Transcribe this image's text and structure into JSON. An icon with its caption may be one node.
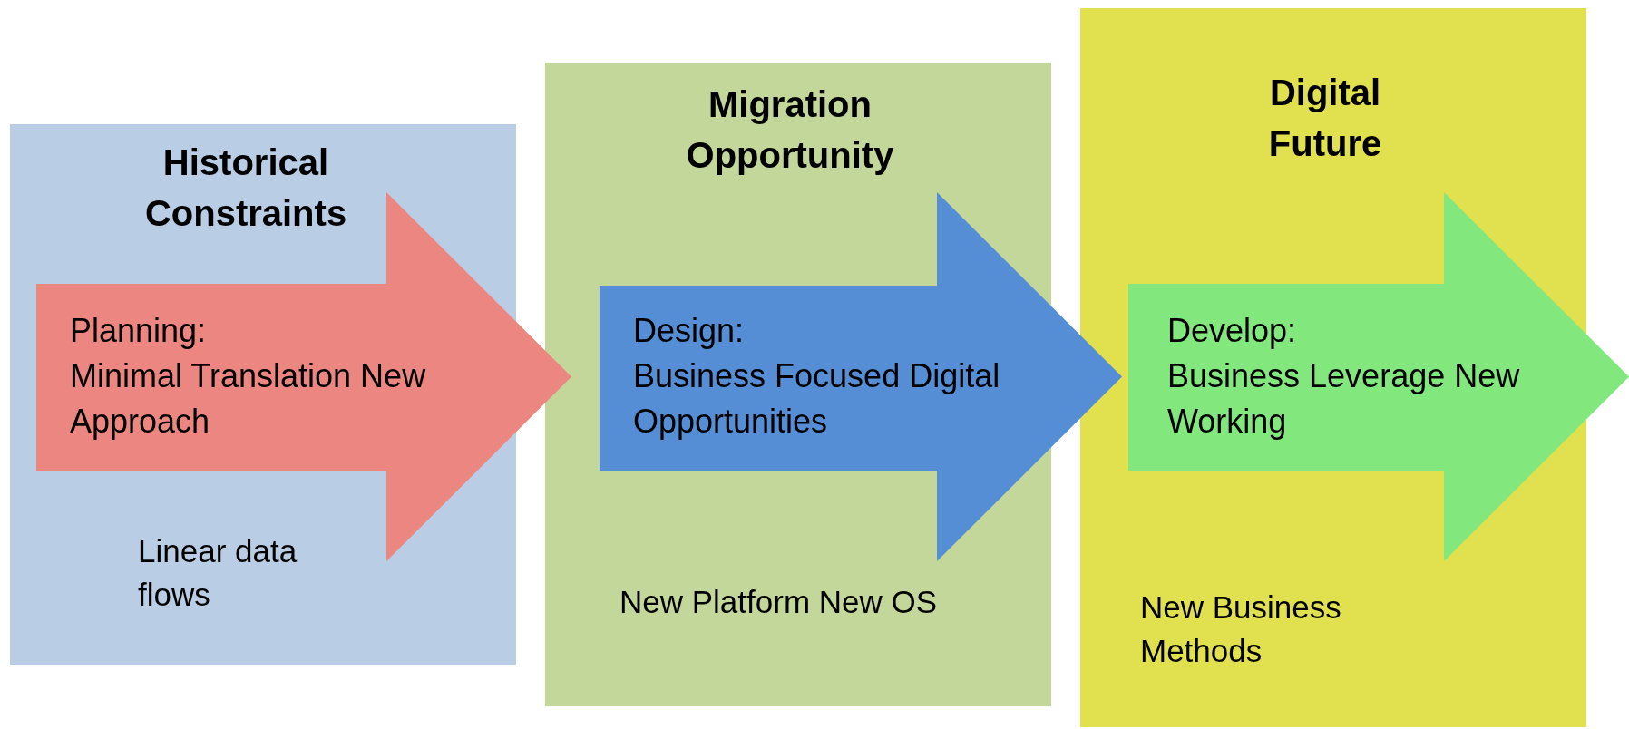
{
  "diagram": {
    "nodes": [
      {
        "text": [
          "Historical Constraints",
          "Linear data flows"
        ]
      },
      {
        "text": [
          "Planning:",
          "Minimal Translation New Approach"
        ]
      },
      {
        "text": [
          "Migration Opportunity",
          "New Platform New OS"
        ]
      },
      {
        "text": [
          "Design:",
          "Business Focused Digital Opportunities"
        ]
      },
      {
        "text": [
          "Digital Future",
          "New Business Methods"
        ]
      },
      {
        "text": [
          "Develop:",
          "Business Leverage New Working"
        ]
      }
    ],
    "edges": []
  }
}
